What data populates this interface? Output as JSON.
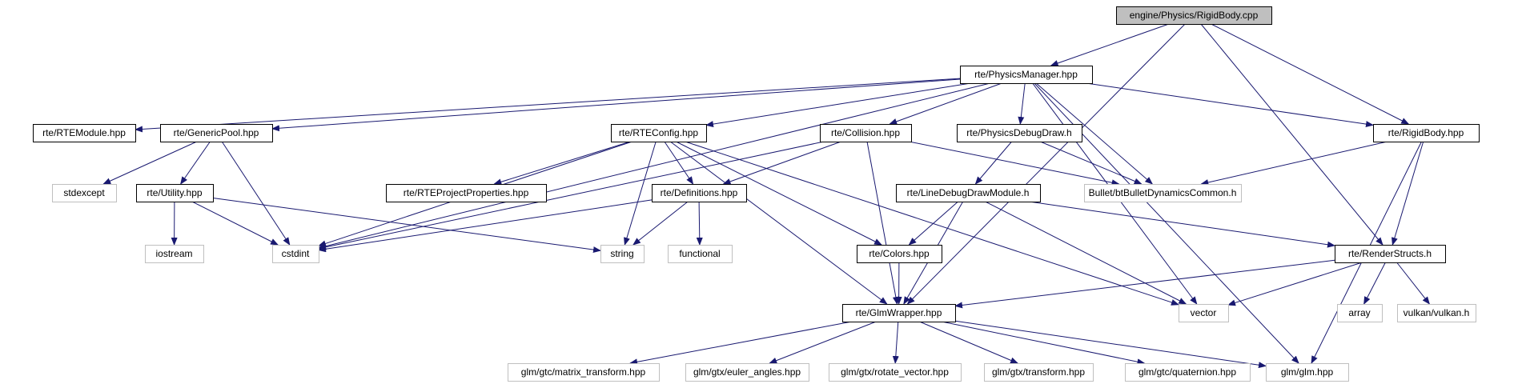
{
  "colors": {
    "edge": "#191970",
    "root_fill": "#bfbfbf",
    "normal_stroke": "#000000",
    "external_stroke": "#bfbfbf",
    "external_text": "#000000"
  },
  "nodes": [
    {
      "id": "root",
      "label": "engine/Physics/RigidBody.cpp",
      "kind": "root"
    },
    {
      "id": "pm",
      "label": "rte/PhysicsManager.hpp",
      "kind": "normal"
    },
    {
      "id": "rtemod",
      "label": "rte/RTEModule.hpp",
      "kind": "normal"
    },
    {
      "id": "gpool",
      "label": "rte/GenericPool.hpp",
      "kind": "normal"
    },
    {
      "id": "rteconf",
      "label": "rte/RTEConfig.hpp",
      "kind": "normal"
    },
    {
      "id": "coll",
      "label": "rte/Collision.hpp",
      "kind": "normal"
    },
    {
      "id": "pdd",
      "label": "rte/PhysicsDebugDraw.h",
      "kind": "normal"
    },
    {
      "id": "rb",
      "label": "rte/RigidBody.hpp",
      "kind": "normal"
    },
    {
      "id": "stdexcept",
      "label": "stdexcept",
      "kind": "external"
    },
    {
      "id": "util",
      "label": "rte/Utility.hpp",
      "kind": "normal"
    },
    {
      "id": "rteproj",
      "label": "rte/RTEProjectProperties.hpp",
      "kind": "normal"
    },
    {
      "id": "defs",
      "label": "rte/Definitions.hpp",
      "kind": "normal"
    },
    {
      "id": "bullet",
      "label": "Bullet/btBulletDynamicsCommon.h",
      "kind": "external"
    },
    {
      "id": "ldd",
      "label": "rte/LineDebugDrawModule.h",
      "kind": "normal"
    },
    {
      "id": "iostream",
      "label": "iostream",
      "kind": "external"
    },
    {
      "id": "cstdint",
      "label": "cstdint",
      "kind": "external"
    },
    {
      "id": "string",
      "label": "string",
      "kind": "external"
    },
    {
      "id": "functional",
      "label": "functional",
      "kind": "external"
    },
    {
      "id": "colors",
      "label": "rte/Colors.hpp",
      "kind": "normal"
    },
    {
      "id": "rs",
      "label": "rte/RenderStructs.h",
      "kind": "normal"
    },
    {
      "id": "array",
      "label": "array",
      "kind": "external"
    },
    {
      "id": "vulkan",
      "label": "vulkan/vulkan.h",
      "kind": "external"
    },
    {
      "id": "vector",
      "label": "vector",
      "kind": "external"
    },
    {
      "id": "glmw",
      "label": "rte/GlmWrapper.hpp",
      "kind": "normal"
    },
    {
      "id": "mt",
      "label": "glm/gtc/matrix_transform.hpp",
      "kind": "external"
    },
    {
      "id": "ea",
      "label": "glm/gtx/euler_angles.hpp",
      "kind": "external"
    },
    {
      "id": "rv",
      "label": "glm/gtx/rotate_vector.hpp",
      "kind": "external"
    },
    {
      "id": "tr",
      "label": "glm/gtx/transform.hpp",
      "kind": "external"
    },
    {
      "id": "quat",
      "label": "glm/gtc/quaternion.hpp",
      "kind": "external"
    },
    {
      "id": "glm",
      "label": "glm/glm.hpp",
      "kind": "external"
    }
  ],
  "edges": [
    [
      "root",
      "pm"
    ],
    [
      "root",
      "rb"
    ],
    [
      "root",
      "rs"
    ],
    [
      "root",
      "glmw"
    ],
    [
      "pm",
      "rtemod"
    ],
    [
      "pm",
      "gpool"
    ],
    [
      "pm",
      "rteconf"
    ],
    [
      "pm",
      "coll"
    ],
    [
      "pm",
      "pdd"
    ],
    [
      "pm",
      "rb"
    ],
    [
      "pm",
      "bullet"
    ],
    [
      "pm",
      "cstdint"
    ],
    [
      "pm",
      "vector"
    ],
    [
      "pm",
      "glm"
    ],
    [
      "gpool",
      "stdexcept"
    ],
    [
      "gpool",
      "util"
    ],
    [
      "gpool",
      "cstdint"
    ],
    [
      "util",
      "iostream"
    ],
    [
      "util",
      "cstdint"
    ],
    [
      "util",
      "string"
    ],
    [
      "rteconf",
      "rteproj"
    ],
    [
      "rteconf",
      "defs"
    ],
    [
      "rteconf",
      "cstdint"
    ],
    [
      "rteconf",
      "string"
    ],
    [
      "rteconf",
      "colors"
    ],
    [
      "rteconf",
      "glmw"
    ],
    [
      "rteconf",
      "vector"
    ],
    [
      "coll",
      "defs"
    ],
    [
      "coll",
      "cstdint"
    ],
    [
      "coll",
      "bullet"
    ],
    [
      "coll",
      "glmw"
    ],
    [
      "defs",
      "cstdint"
    ],
    [
      "defs",
      "string"
    ],
    [
      "defs",
      "functional"
    ],
    [
      "pdd",
      "bullet"
    ],
    [
      "pdd",
      "ldd"
    ],
    [
      "ldd",
      "colors"
    ],
    [
      "ldd",
      "glmw"
    ],
    [
      "ldd",
      "vector"
    ],
    [
      "ldd",
      "rs"
    ],
    [
      "colors",
      "glmw"
    ],
    [
      "rb",
      "bullet"
    ],
    [
      "rb",
      "rs"
    ],
    [
      "rb",
      "glm"
    ],
    [
      "rs",
      "glmw"
    ],
    [
      "rs",
      "vector"
    ],
    [
      "rs",
      "array"
    ],
    [
      "rs",
      "vulkan"
    ],
    [
      "glmw",
      "mt"
    ],
    [
      "glmw",
      "ea"
    ],
    [
      "glmw",
      "rv"
    ],
    [
      "glmw",
      "tr"
    ],
    [
      "glmw",
      "quat"
    ],
    [
      "glmw",
      "glm"
    ]
  ]
}
